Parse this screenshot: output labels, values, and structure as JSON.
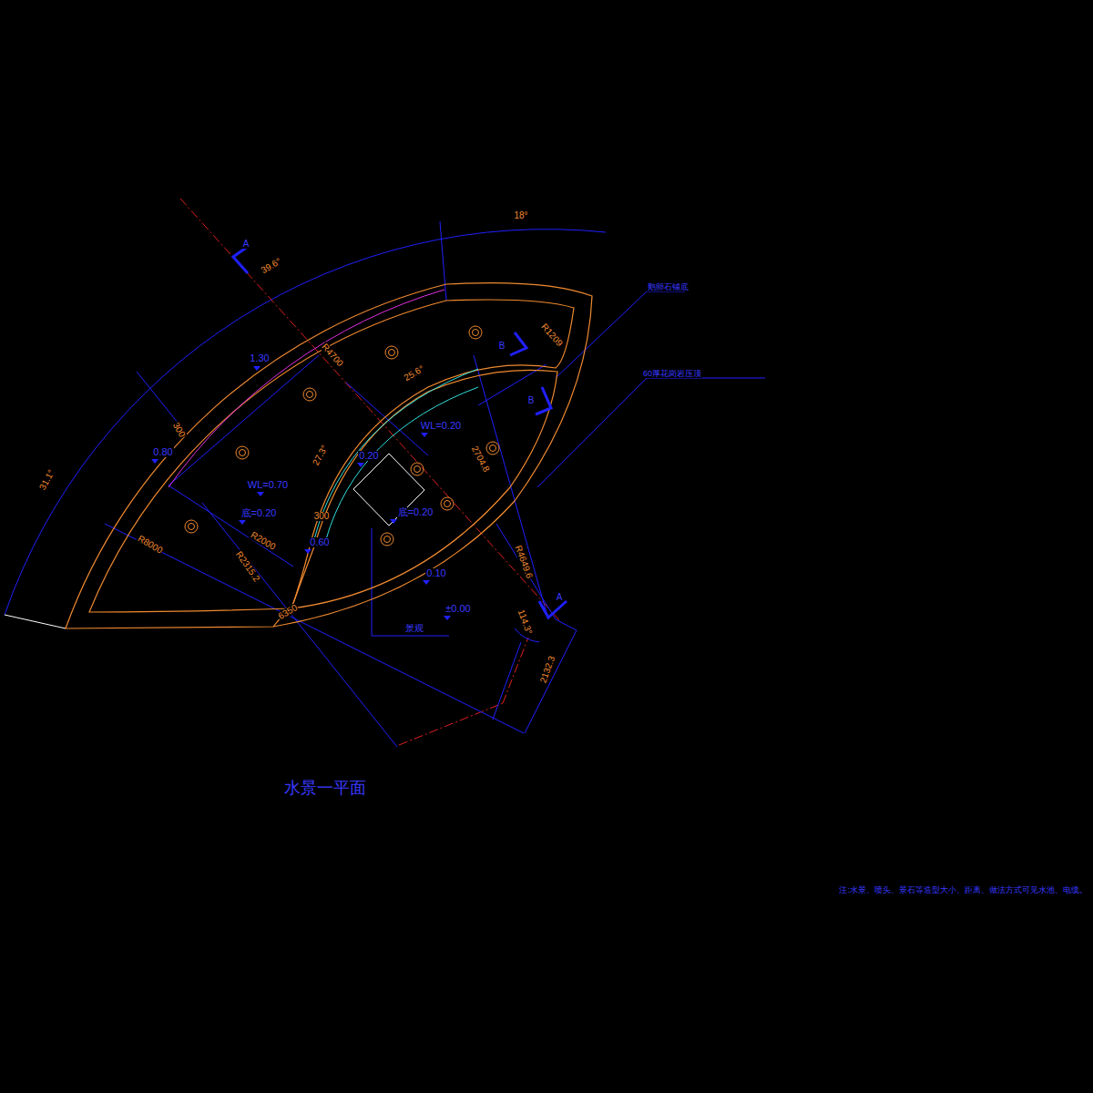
{
  "diagram": {
    "title": "水景一平面",
    "labels": [
      "18°",
      "39.6°",
      "31.1°",
      "R4700",
      "25.6°",
      "R1209",
      "A",
      "A",
      "B",
      "B",
      "1.30",
      "300",
      "0.80",
      "WL=0.70",
      "底=0.20",
      "R2000",
      "R2315.2",
      "R8000",
      "6350",
      "27.3°",
      "0.20",
      "WL=0.20",
      "2704.8",
      "300",
      "0.60",
      "底=0.20",
      "R4649.6",
      "0.10",
      "±0.00",
      "114.3°",
      "2132.3",
      "景观",
      "鹅卵石铺底",
      "60厚花岗岩压顶",
      "注:水景、喷头、景石等造型大小、距离、做法方式可见水池、电缆。"
    ]
  }
}
